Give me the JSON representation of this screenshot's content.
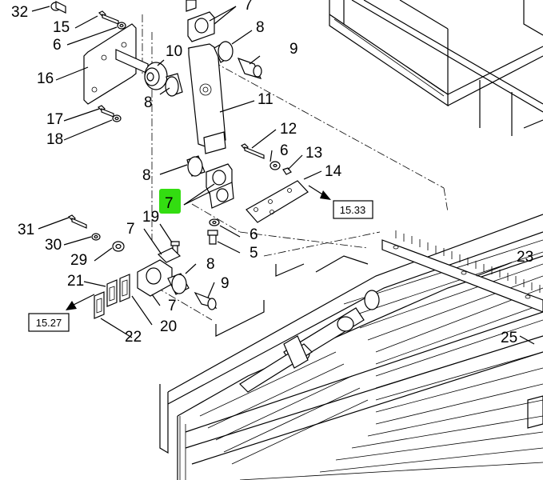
{
  "callouts": [
    {
      "id": "32",
      "text": "32"
    },
    {
      "id": "15",
      "text": "15"
    },
    {
      "id": "6a",
      "text": "6"
    },
    {
      "id": "16",
      "text": "16"
    },
    {
      "id": "10",
      "text": "10"
    },
    {
      "id": "7a",
      "text": "7"
    },
    {
      "id": "8a",
      "text": "8"
    },
    {
      "id": "9a",
      "text": "9"
    },
    {
      "id": "8b",
      "text": "8"
    },
    {
      "id": "11",
      "text": "11"
    },
    {
      "id": "17",
      "text": "17"
    },
    {
      "id": "18",
      "text": "18"
    },
    {
      "id": "12",
      "text": "12"
    },
    {
      "id": "6b",
      "text": "6"
    },
    {
      "id": "13",
      "text": "13"
    },
    {
      "id": "14",
      "text": "14"
    },
    {
      "id": "8c",
      "text": "8"
    },
    {
      "id": "7b",
      "text": "7"
    },
    {
      "id": "19",
      "text": "19"
    },
    {
      "id": "6c",
      "text": "6"
    },
    {
      "id": "5",
      "text": "5"
    },
    {
      "id": "31",
      "text": "31"
    },
    {
      "id": "7c",
      "text": "7"
    },
    {
      "id": "30",
      "text": "30"
    },
    {
      "id": "29",
      "text": "29"
    },
    {
      "id": "8d",
      "text": "8"
    },
    {
      "id": "9b",
      "text": "9"
    },
    {
      "id": "21",
      "text": "21"
    },
    {
      "id": "7d",
      "text": "7"
    },
    {
      "id": "20",
      "text": "20"
    },
    {
      "id": "22",
      "text": "22"
    },
    {
      "id": "23",
      "text": "23"
    },
    {
      "id": "25",
      "text": "25"
    }
  ],
  "references": [
    {
      "id": "ref-1533",
      "text": "15.33"
    },
    {
      "id": "ref-1527",
      "text": "15.27"
    }
  ],
  "highlight": {
    "callout": "7b",
    "color": "#33dd11"
  }
}
